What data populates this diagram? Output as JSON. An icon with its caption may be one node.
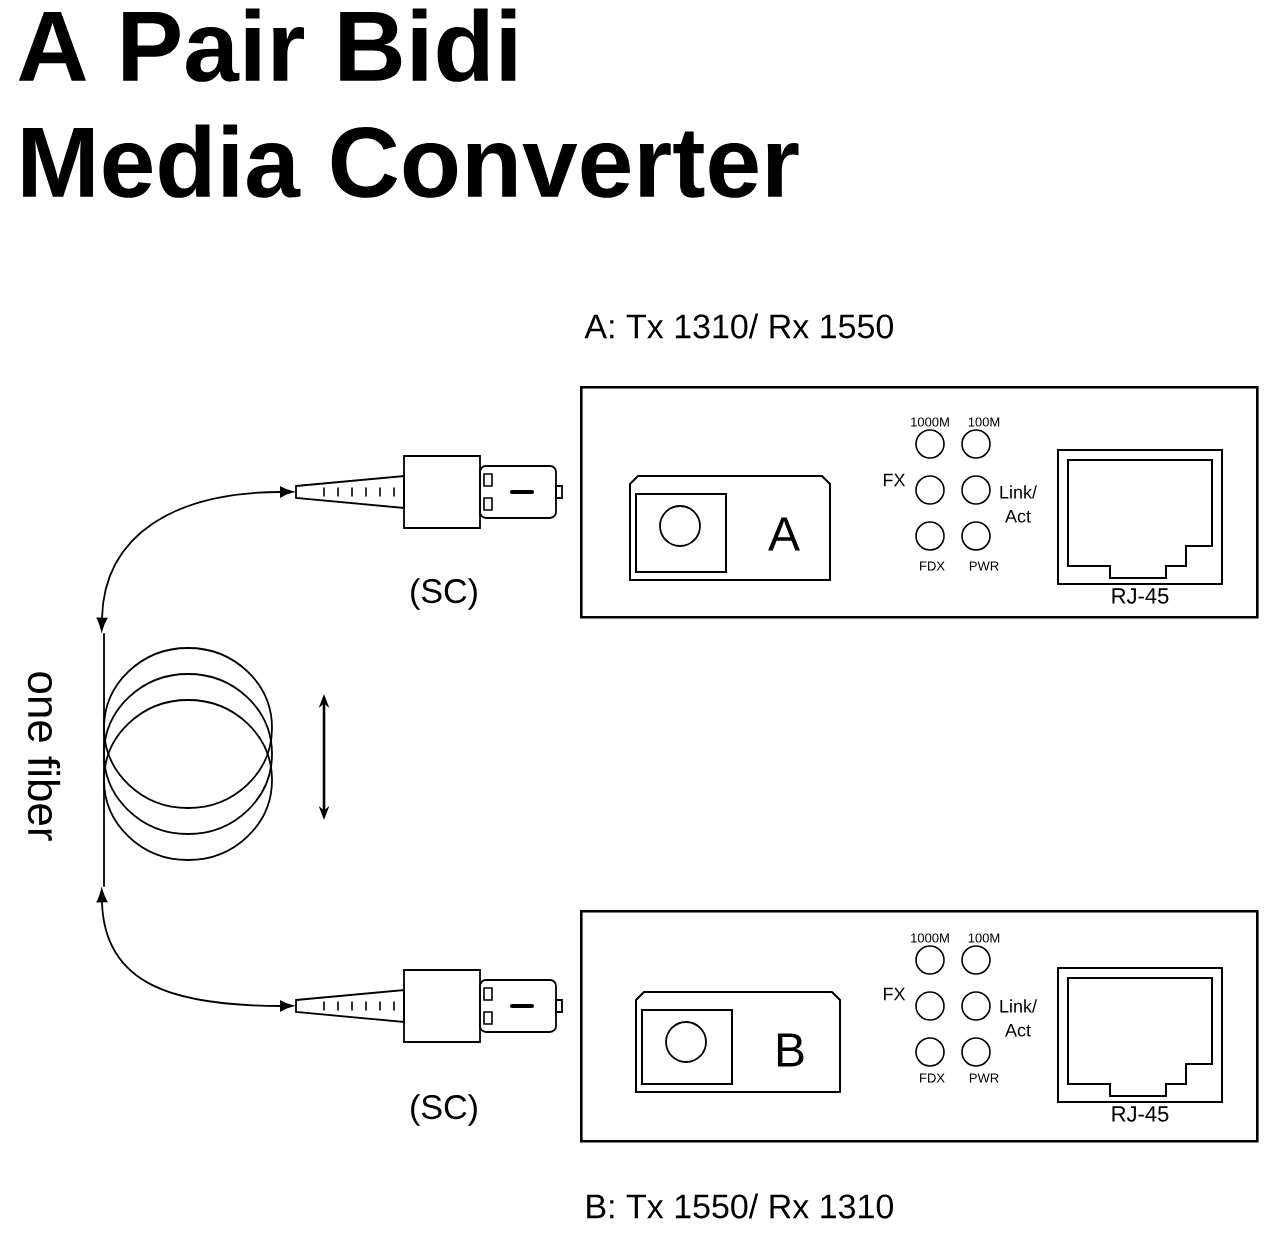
{
  "diagram": {
    "title": "A Pair Bidi Media Converter",
    "nodes": [
      {
        "text": [
          "A: Tx 1310/ Rx 1550"
        ]
      },
      {
        "text": [
          "A"
        ],
        "in": 0
      },
      {
        "text": [
          "B: Tx 1550/ Rx 1310"
        ]
      },
      {
        "text": [
          "B"
        ],
        "in": 2
      },
      {
        "text": [],
        "shape": "connector",
        "beside": [
          "(SC)"
        ]
      },
      {
        "text": [],
        "shape": "connector",
        "beside": [
          "(SC)"
        ]
      },
      {
        "text": [],
        "shape": "coil"
      }
    ],
    "edges": [
      {
        "from": 6,
        "to": 4,
        "arrow": "both"
      },
      {
        "from": 6,
        "to": 5,
        "arrow": "both"
      }
    ],
    "labels": [
      "1000M",
      "100M",
      "FX",
      "Link/ Act",
      "FDX",
      "PWR",
      "RJ-45",
      "one fiber",
      "1000M",
      "100M",
      "FX",
      "Link/ Act",
      "FDX",
      "PWR",
      "RJ-45"
    ]
  }
}
